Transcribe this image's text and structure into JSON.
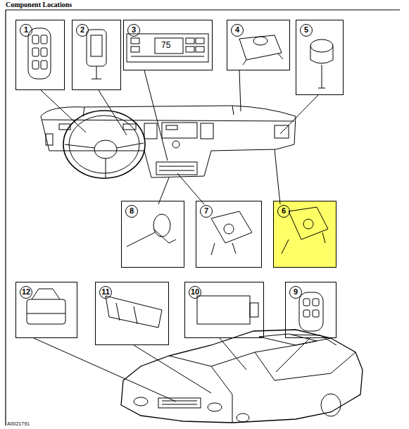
{
  "diagram": {
    "title": "Component Locations",
    "nodes": [
      {
        "text": [
          "1"
        ]
      },
      {
        "text": [
          "2"
        ]
      },
      {
        "text": [
          "3"
        ]
      },
      {
        "text": [
          "4"
        ]
      },
      {
        "text": [
          "5"
        ]
      },
      {
        "text": [
          "8"
        ]
      },
      {
        "text": [
          "7"
        ]
      },
      {
        "text": [
          "6"
        ]
      },
      {
        "text": [
          "12"
        ]
      },
      {
        "text": [
          "11"
        ]
      },
      {
        "text": [
          "10"
        ]
      },
      {
        "text": [
          "9"
        ]
      }
    ],
    "labels": [
      "75",
      "A0021791"
    ]
  }
}
